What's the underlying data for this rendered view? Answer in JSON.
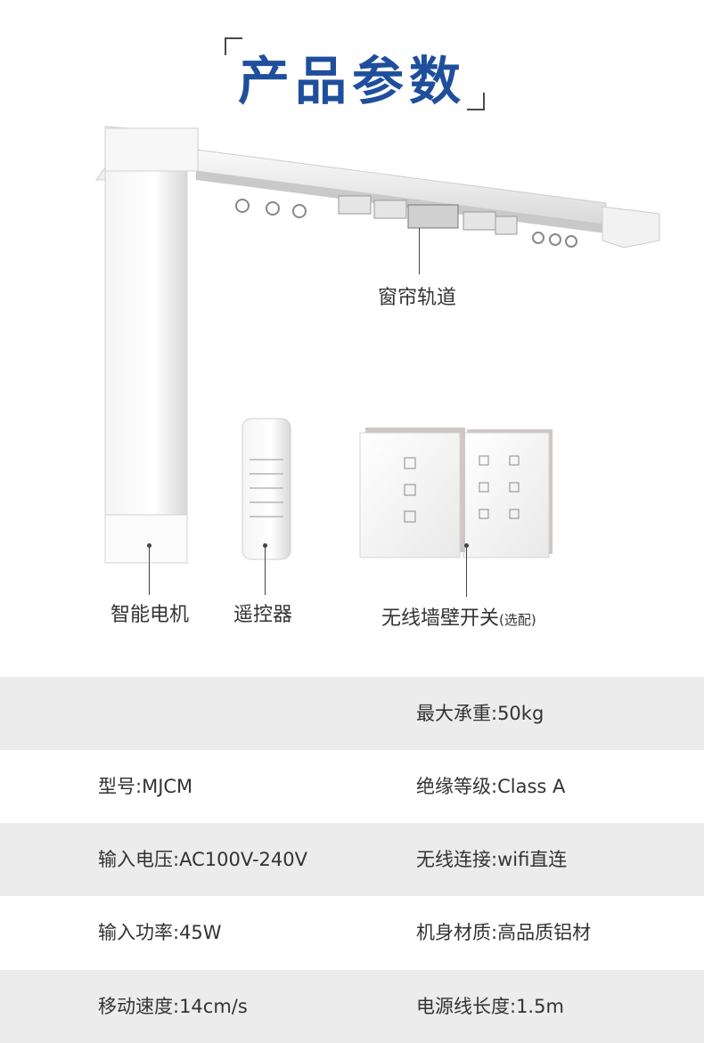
{
  "header": {
    "title": "产品参数"
  },
  "product_labels": {
    "track": "窗帘轨道",
    "motor": "智能电机",
    "remote": "遥控器",
    "switch": "无线墙壁开关",
    "switch_note": "(选配)"
  },
  "specs": [
    {
      "left": "",
      "right": "最大承重:50kg",
      "shaded": true
    },
    {
      "left": "型号:MJCM",
      "right": "绝缘等级:Class A",
      "shaded": false
    },
    {
      "left": "输入电压:AC100V-240V",
      "right": "无线连接:wifi直连",
      "shaded": true
    },
    {
      "left": "输入功率:45W",
      "right": "机身材质:高品质铝材",
      "shaded": false
    },
    {
      "left": "移动速度:14cm/s",
      "right": "电源线长度:1.5m",
      "shaded": true
    }
  ]
}
